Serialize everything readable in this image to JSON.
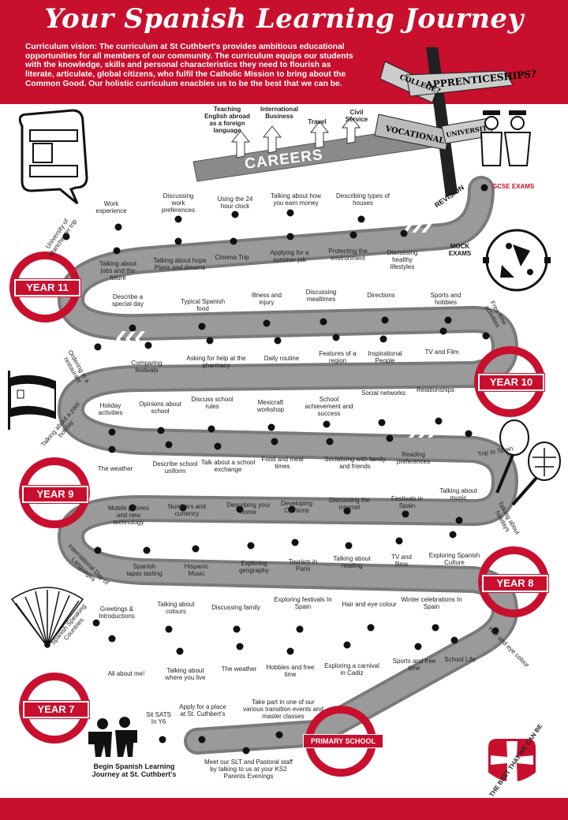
{
  "title": "Your Spanish Learning Journey",
  "vision": "Curriculum vision: The curriculum at St Cuthbert's provides ambitious educational opportunities for all members of our community. The curriculum equips our students with the knowledge, skills and personal characteristics they need to flourish as literate, articulate, global citizens, who fulfil the Catholic Mission to bring about the Common Good. Our holistic curriculum enacbles us to be the best that we can be.",
  "careers": {
    "banner": "CAREERS",
    "items": [
      "Teaching English abroad as a foreign language",
      "International Business",
      "Travel",
      "Civil Service"
    ]
  },
  "signpost": [
    "COLLEGE?",
    "APPRENTICESHIPS?",
    "VOCATIONAL",
    "UNIVERSITY?"
  ],
  "milestones": {
    "gcse": "GCSE EXAMS",
    "revision": "REVISION",
    "mock": "MOCK EXAMS",
    "primary": "PRIMARY SCHOOL",
    "begin": "Begin Spanish Learning Journey at St. Cuthbert's"
  },
  "years": {
    "y11": "YEAR 11",
    "y10": "YEAR 10",
    "y9": "YEAR 9",
    "y8": "YEAR 8",
    "y7": "YEAR 7"
  },
  "motto": "THE BEST THAT WE CAN BE",
  "row11": [
    "University of Manchester trip",
    "Work experience",
    "Talking about jobs and the future",
    "Discussing work preferences",
    "Talking about hope Plans and dreams",
    "Using the 24 hour clock",
    "Cinema Trip",
    "Talking about how you earn money",
    "Applying for a summer job",
    "Describing types of houses",
    "Protecting the environment",
    "Discussing healthy lifestyles"
  ],
  "row10": [
    "Free time activities",
    "Sports and hobbies",
    "TV and Film",
    "Directions",
    "Inspirational People",
    "Discussing mealtimes",
    "Features of a region",
    "Illness and injury",
    "Daily routine",
    "Typical Spanish food",
    "Asking for help at the pharmacy",
    "Describe a special day",
    "Comparing festivals",
    "Ordering in a restaurant"
  ],
  "row9": [
    "Talking about a past holiday",
    "Holiday activities",
    "The weather",
    "Opinions about school",
    "Describe school uniform",
    "Discuss school rules",
    "Talk about a school exchange",
    "Mexicraft workshop",
    "Food and meal times",
    "School achievement and success",
    "Socialising with family and friends",
    "Social networks",
    "Reading preferences",
    "Relationships",
    "Trip to Spain"
  ],
  "row8": [
    "Talking about holidays",
    "Talking about music",
    "Exploring Spanish Culture",
    "Festivals in Spain",
    "TV and films",
    "Discussing the internet",
    "Talking about reading",
    "Developing Opinions",
    "Tourism in Paris",
    "Describing your home",
    "Exploring geography",
    "Numbers and currency",
    "Hispanic Music",
    "Mobile phones and new technology",
    "Spanish tapas tasting",
    "International Day of Languages"
  ],
  "row7": [
    "Spanish Speaking Countries",
    "Greetings & Introductions",
    "All about me!",
    "Talking about colours",
    "Talking about where you live",
    "Discussing family",
    "The weather",
    "Exploring festivals In Spain",
    "Hobbies and free time",
    "Hair and eye colour",
    "Exploring a carnival in Cadiz",
    "Winter celebrations In Spain",
    "Sports and free time",
    "School Life",
    "Hair and eye colour"
  ],
  "row0": [
    "Sit SATS In Y6",
    "Apply for a place at St. Cuthbert's",
    "Take part in one of our various transition events and master classes",
    "Meet our SLT and Pastoral staff by talking to us at your KS2 Parents Evenings"
  ]
}
